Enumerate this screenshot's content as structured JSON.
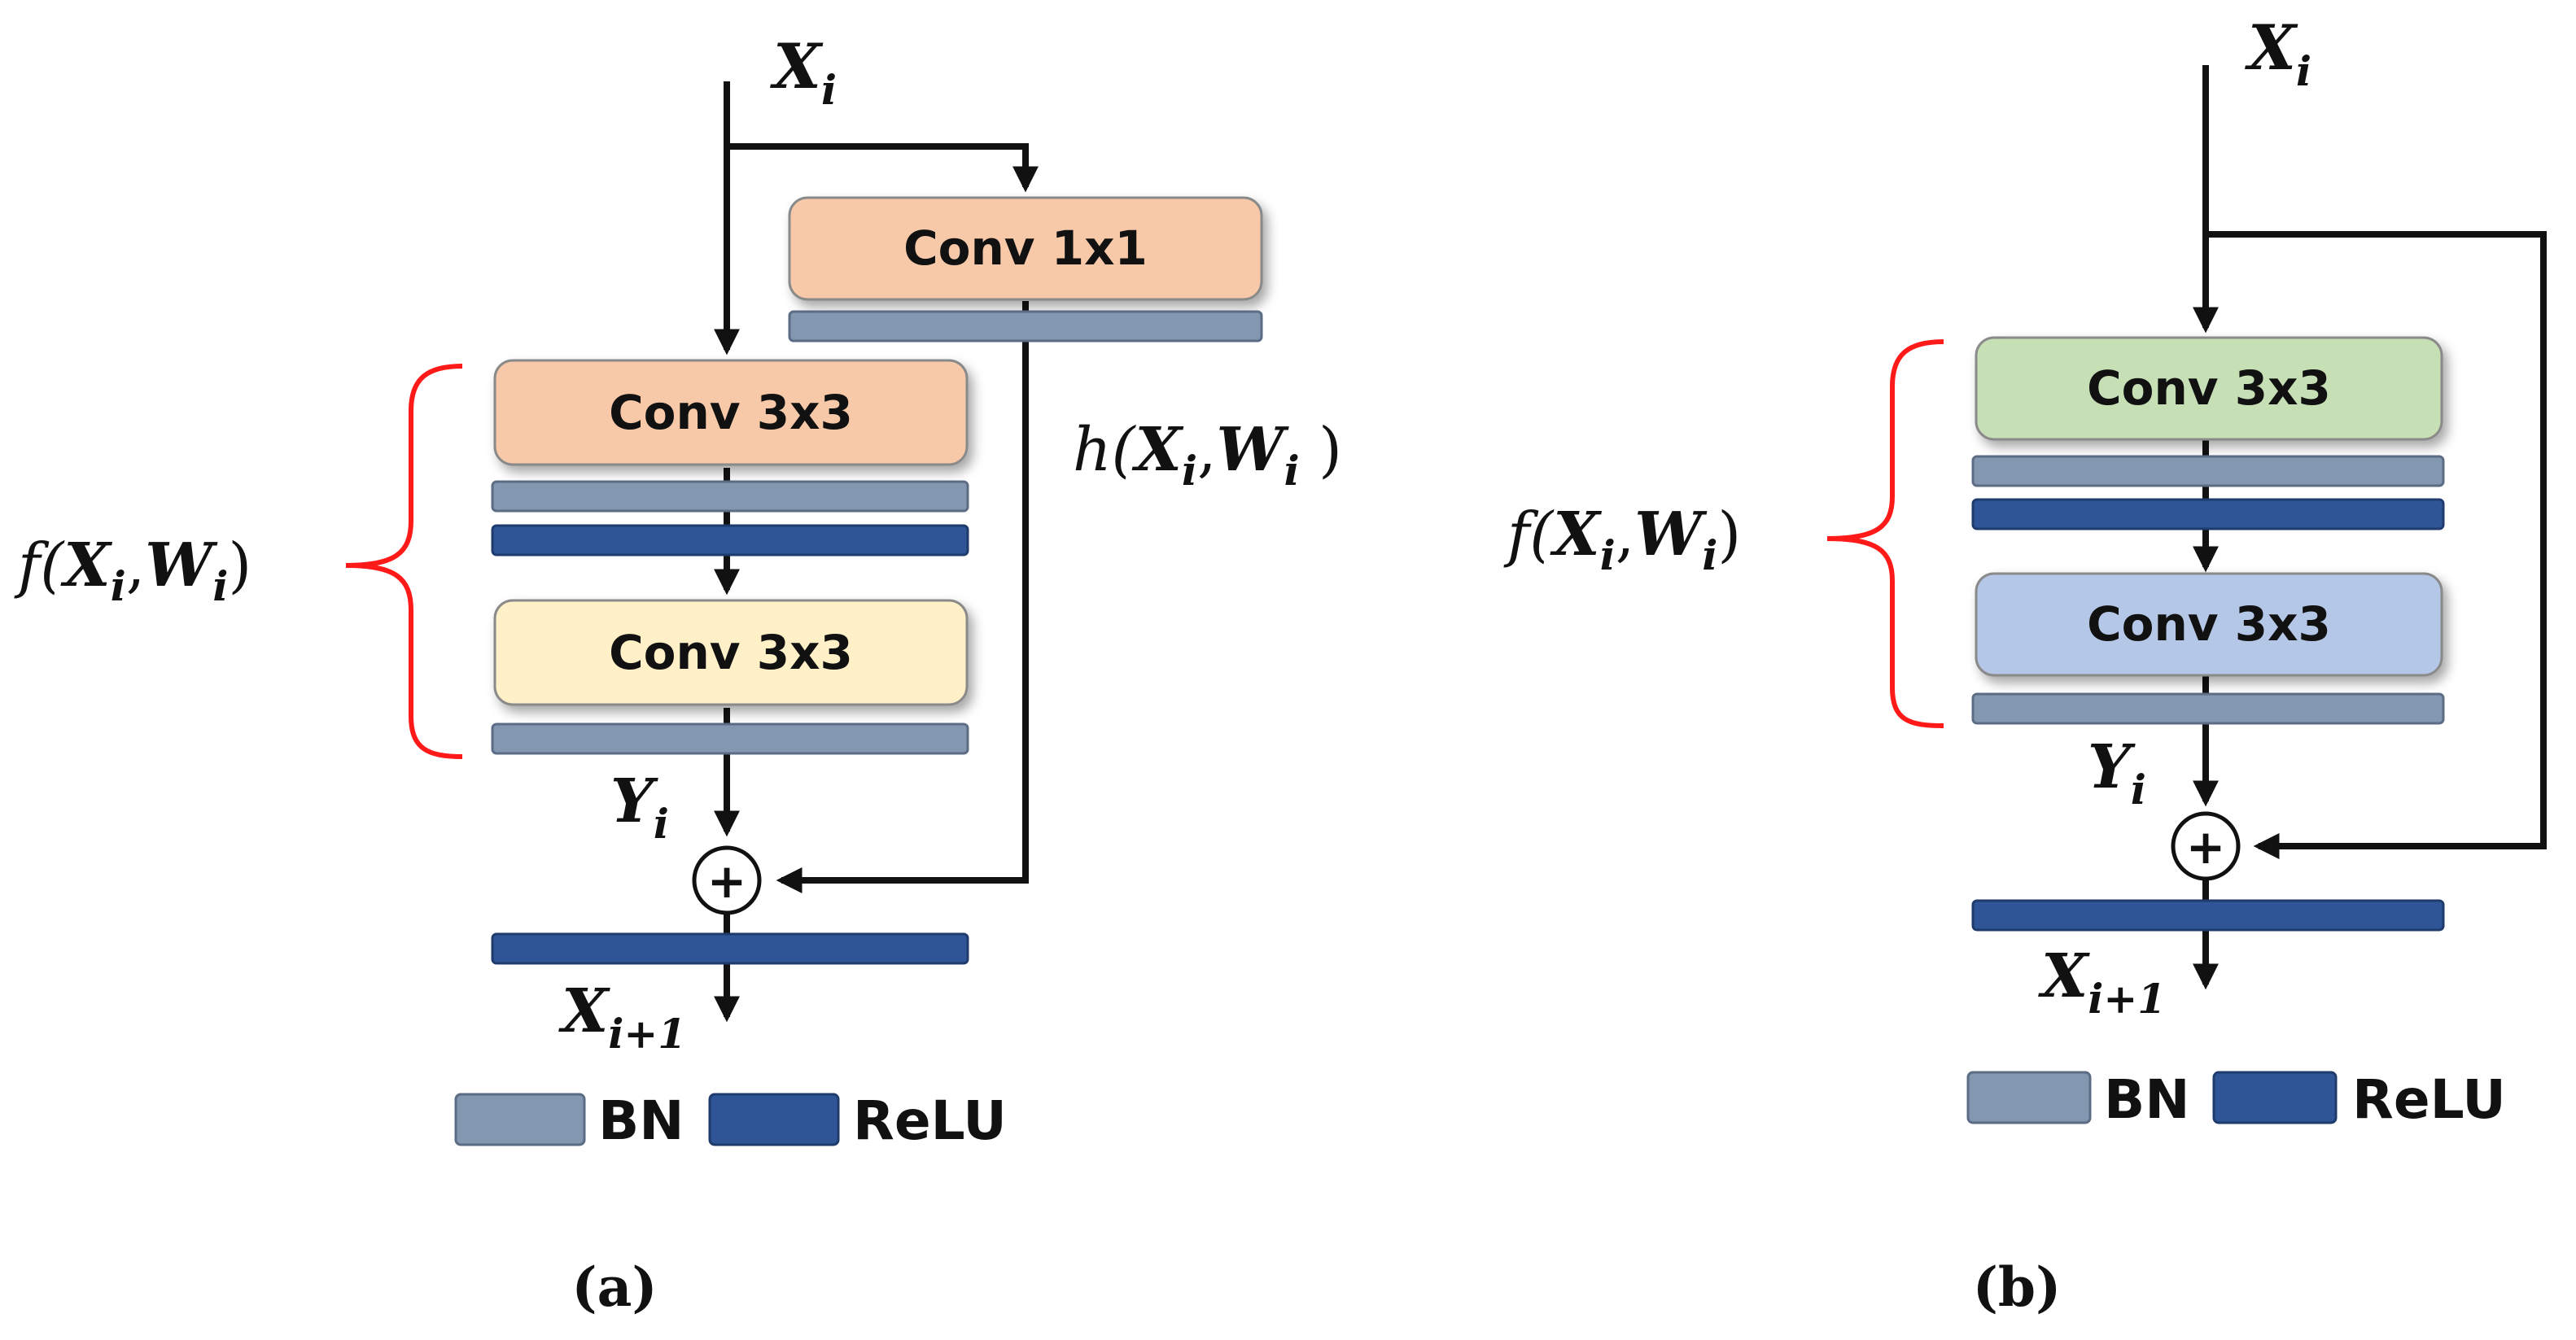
{
  "panel_a": {
    "input_label": {
      "base": "X",
      "sub": "i"
    },
    "conv1x1_label": "Conv 1x1",
    "conv3x3_top_label": "Conv 3x3",
    "conv3x3_bottom_label": "Conv 3x3",
    "f_label": {
      "fn": "f(",
      "x": "X",
      "xsub": "i",
      "comma": ",",
      "w": "W",
      "wsub": "i",
      "close": ")"
    },
    "h_label": {
      "fn": "h(",
      "x": "X",
      "xsub": "i",
      "comma": ",",
      "w": "W",
      "wsub": "i",
      "close": " )"
    },
    "y_label": {
      "base": "Y",
      "sub": "i"
    },
    "output_label": {
      "base": "X",
      "sub": "i+1"
    },
    "plus": "+",
    "caption": "(a)"
  },
  "panel_b": {
    "input_label": {
      "base": "X",
      "sub": "i"
    },
    "conv3x3_top_label": "Conv 3x3",
    "conv3x3_bottom_label": "Conv 3x3",
    "f_label": {
      "fn": "f(",
      "x": "X",
      "xsub": "i",
      "comma": ",",
      "w": "W",
      "wsub": "i",
      "close": ")"
    },
    "y_label": {
      "base": "Y",
      "sub": "i"
    },
    "output_label": {
      "base": "X",
      "sub": "i+1"
    },
    "plus": "+",
    "caption": "(b)"
  },
  "legend": {
    "bn_label": "BN",
    "relu_label": "ReLU"
  },
  "colors": {
    "conv1x1_fill": "#f7c9a9",
    "conv3x3_a_top_fill": "#f7c9a9",
    "conv3x3_a_bottom_fill": "#fff0c8",
    "conv3x3_b_top_fill": "#c6dfb5",
    "conv3x3_b_bottom_fill": "#b4c7e6",
    "bn_fill": "#8497b0",
    "relu_fill": "#2f5597",
    "brace": "#ff1a1a"
  }
}
